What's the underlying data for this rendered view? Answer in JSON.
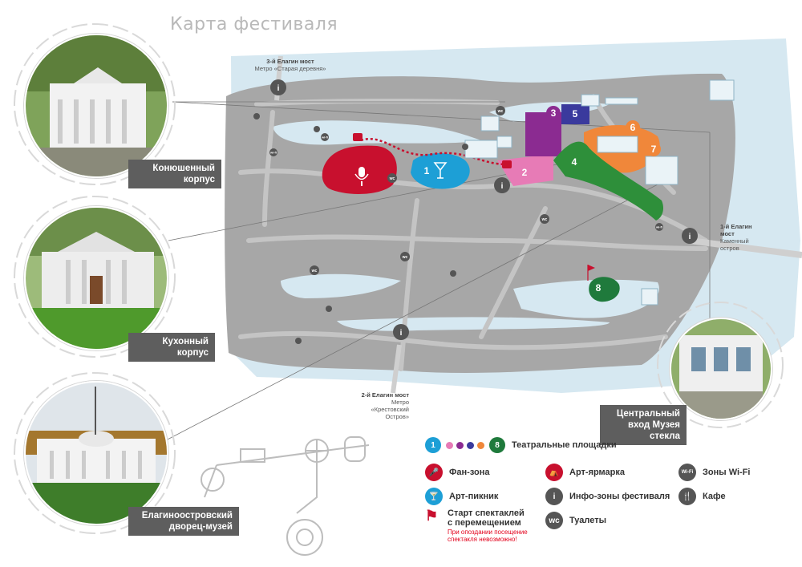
{
  "title": "Карта фестиваля",
  "photos": [
    {
      "caption_lines": [
        "Конюшенный",
        "корпус"
      ]
    },
    {
      "caption_lines": [
        "Кухонный",
        "корпус"
      ]
    },
    {
      "caption_lines": [
        "Елагиноостровский",
        "дворец-музей"
      ]
    },
    {
      "caption_lines": [
        "Центральный",
        "вход Музея стекла"
      ]
    }
  ],
  "map_labels": {
    "bridge3_name": "3-й Елагин мост",
    "bridge3_metro": "Метро «Старая деревня»",
    "bridge1_name": "1-й Елагин",
    "bridge1_line2": "мост",
    "bridge1_line3": "Каменный",
    "bridge1_line4": "остров",
    "bridge2_name": "2-й Елагин мост",
    "bridge2_line2": "Метро",
    "bridge2_line3": "«Крестовский",
    "bridge2_line4": "Остров»"
  },
  "venues": [
    "1",
    "2",
    "3",
    "4",
    "5",
    "6",
    "7",
    "8"
  ],
  "map_icons": {
    "info": "i",
    "wc": "wc",
    "wifi": "wi-fi"
  },
  "legend": {
    "theatre_first": "1",
    "theatre_last": "8",
    "theatre_label": "Театральные площадки",
    "fan_zone": "Фан-зона",
    "art_fair": "Арт-ярмарка",
    "wifi_zones": "Зоны Wi-Fi",
    "wifi_icon_text": "Wi-Fi",
    "art_picnic": "Арт-пикник",
    "info_zones": "Инфо-зоны фестиваля",
    "info_icon_text": "i",
    "cafe": "Кафе",
    "walk_start_line1": "Старт спектаклей",
    "walk_start_line2": "с перемещением",
    "late_warning_line1": "При опоздании посещение",
    "late_warning_line2": "спектакля невозможно!",
    "toilets": "Туалеты",
    "wc_icon_text": "wc"
  },
  "colors": {
    "water": "#d6e8f1",
    "land": "#a6a6a6",
    "path": "#c3c3c3",
    "fan_zone": "#c8102e",
    "art_picnic": "#1d9fd6",
    "venue_pink": "#e77bb6",
    "venue_purple": "#8b2b91",
    "venue_blue": "#3a3a9d",
    "venue_green": "#2e8f3a",
    "venue_orange": "#f0873a",
    "venue_darkgreen": "#1f7a3c",
    "caption_bg": "#5e5e5e"
  },
  "icons": [
    "microphone-icon",
    "cocktail-icon",
    "info-icon",
    "wc-icon",
    "wifi-icon",
    "cafe-icon",
    "flag-icon",
    "fair-icon"
  ]
}
